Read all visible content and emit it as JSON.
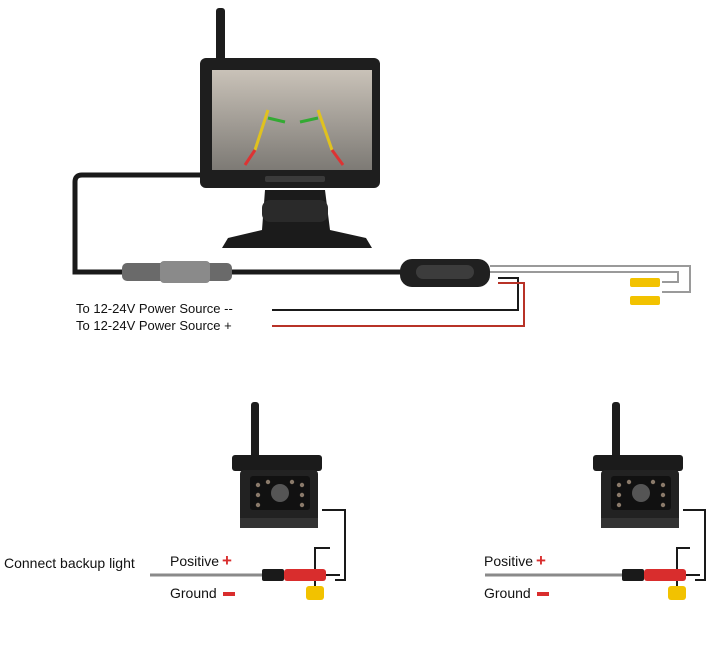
{
  "labels": {
    "power_neg": "To 12-24V Power Source --",
    "power_pos": "To 12-24V Power Source +",
    "backup": "Connect backup light",
    "positive": "Positive",
    "ground": "Ground",
    "plus_symbol": "+"
  },
  "colors": {
    "cable_black": "#1a1a1a",
    "wire_red": "#b83227",
    "wire_grey": "#9a9a9a",
    "rca_yellow": "#f2c200",
    "accent_red": "#d92d2d"
  }
}
